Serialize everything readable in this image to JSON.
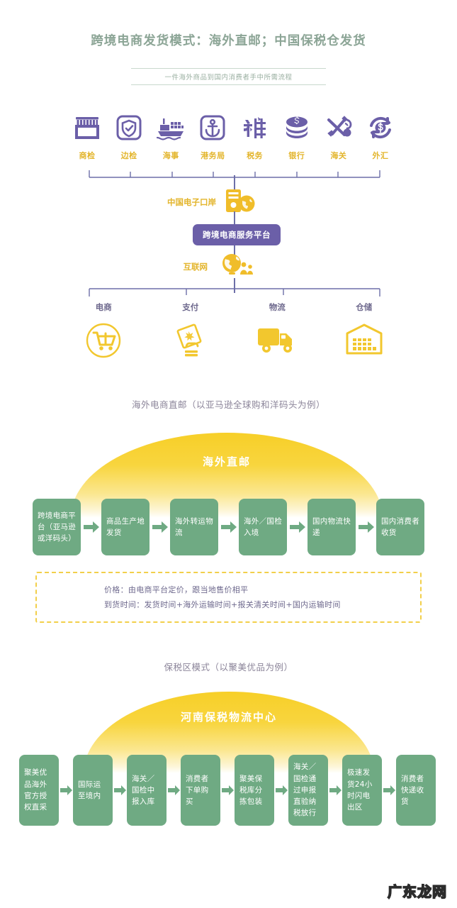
{
  "header": {
    "title": "跨境电商发货模式：海外直邮；中国保税仓发货",
    "subtitle": "一件海外商品到国内消费者手中所需流程"
  },
  "colors": {
    "purple": "#6b5fa8",
    "gold": "#e3b52c",
    "green": "#6faa83",
    "title_green": "#8ca596",
    "line": "#6d6fa8"
  },
  "agencies": [
    {
      "label": "商检",
      "icon": "shop-inspection-icon"
    },
    {
      "label": "边检",
      "icon": "shield-check-icon"
    },
    {
      "label": "海事",
      "icon": "cargo-ship-icon"
    },
    {
      "label": "港务局",
      "icon": "anchor-icon"
    },
    {
      "label": "税务",
      "icon": "tax-character-icon"
    },
    {
      "label": "银行",
      "icon": "coin-stack-icon"
    },
    {
      "label": "海关",
      "icon": "customs-caduceus-icon"
    },
    {
      "label": "外汇",
      "icon": "currency-exchange-icon"
    }
  ],
  "middle": {
    "eport_label": "中国电子口岸",
    "eport_icon": "server-globe-icon",
    "platform_label": "跨境电商服务平台",
    "internet_label": "互联网",
    "internet_icon": "globe-people-icon"
  },
  "services": [
    {
      "label": "电商",
      "icon": "shopping-cart-icon"
    },
    {
      "label": "支付",
      "icon": "payment-hand-icon"
    },
    {
      "label": "物流",
      "icon": "delivery-truck-icon"
    },
    {
      "label": "仓储",
      "icon": "warehouse-icon"
    }
  ],
  "section_direct": {
    "title": "海外电商直邮（以亚马逊全球购和洋码头为例）",
    "dome_label": "海外直邮",
    "steps": [
      "跨境电商平台（亚马逊或洋码头）",
      "商品生产地发货",
      "海外转运物流",
      "海外／国检入境",
      "国内物流快递",
      "国内消费者收货"
    ],
    "note": [
      "价格：由电商平台定价，跟当地售价相平",
      "到货时间：发货时间+海外运输时间+报关清关时间+国内运输时间"
    ]
  },
  "section_bonded": {
    "title": "保税区模式（以聚美优品为例）",
    "dome_label": "河南保税物流中心",
    "steps": [
      "聚美优品海外官方授权直采",
      "国际运至境内",
      "海关／国检中报入库",
      "消费者下单购买",
      "聚美保税库分拣包装",
      "海关／国检通过申报直验纳税放行",
      "极速发货24小时闪电出区",
      "消费者快递收货"
    ]
  },
  "watermark": "广东龙网"
}
